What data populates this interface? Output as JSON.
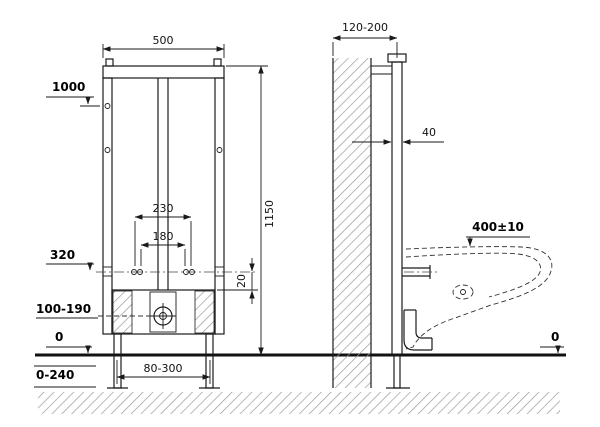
{
  "drawing": {
    "title": "installation-frame-technical-drawing",
    "front_view": {
      "width": "500",
      "height": "1150",
      "supply_height": "1000",
      "fixing_span_outer": "230",
      "fixing_span_inner": "180",
      "fixing_height": "320",
      "plate_offset": "20",
      "drain_height_range": "100-190",
      "floor_level": "0",
      "floor_buildup": "0-240",
      "foot_span": "80-300"
    },
    "side_view": {
      "wall_distance": "120-200",
      "rail_depth": "40",
      "rim_height": "400±10",
      "floor_level": "0"
    },
    "colors": {
      "line": "#1a1a1a",
      "hatch": "#9a9a9a",
      "background": "#ffffff"
    }
  }
}
